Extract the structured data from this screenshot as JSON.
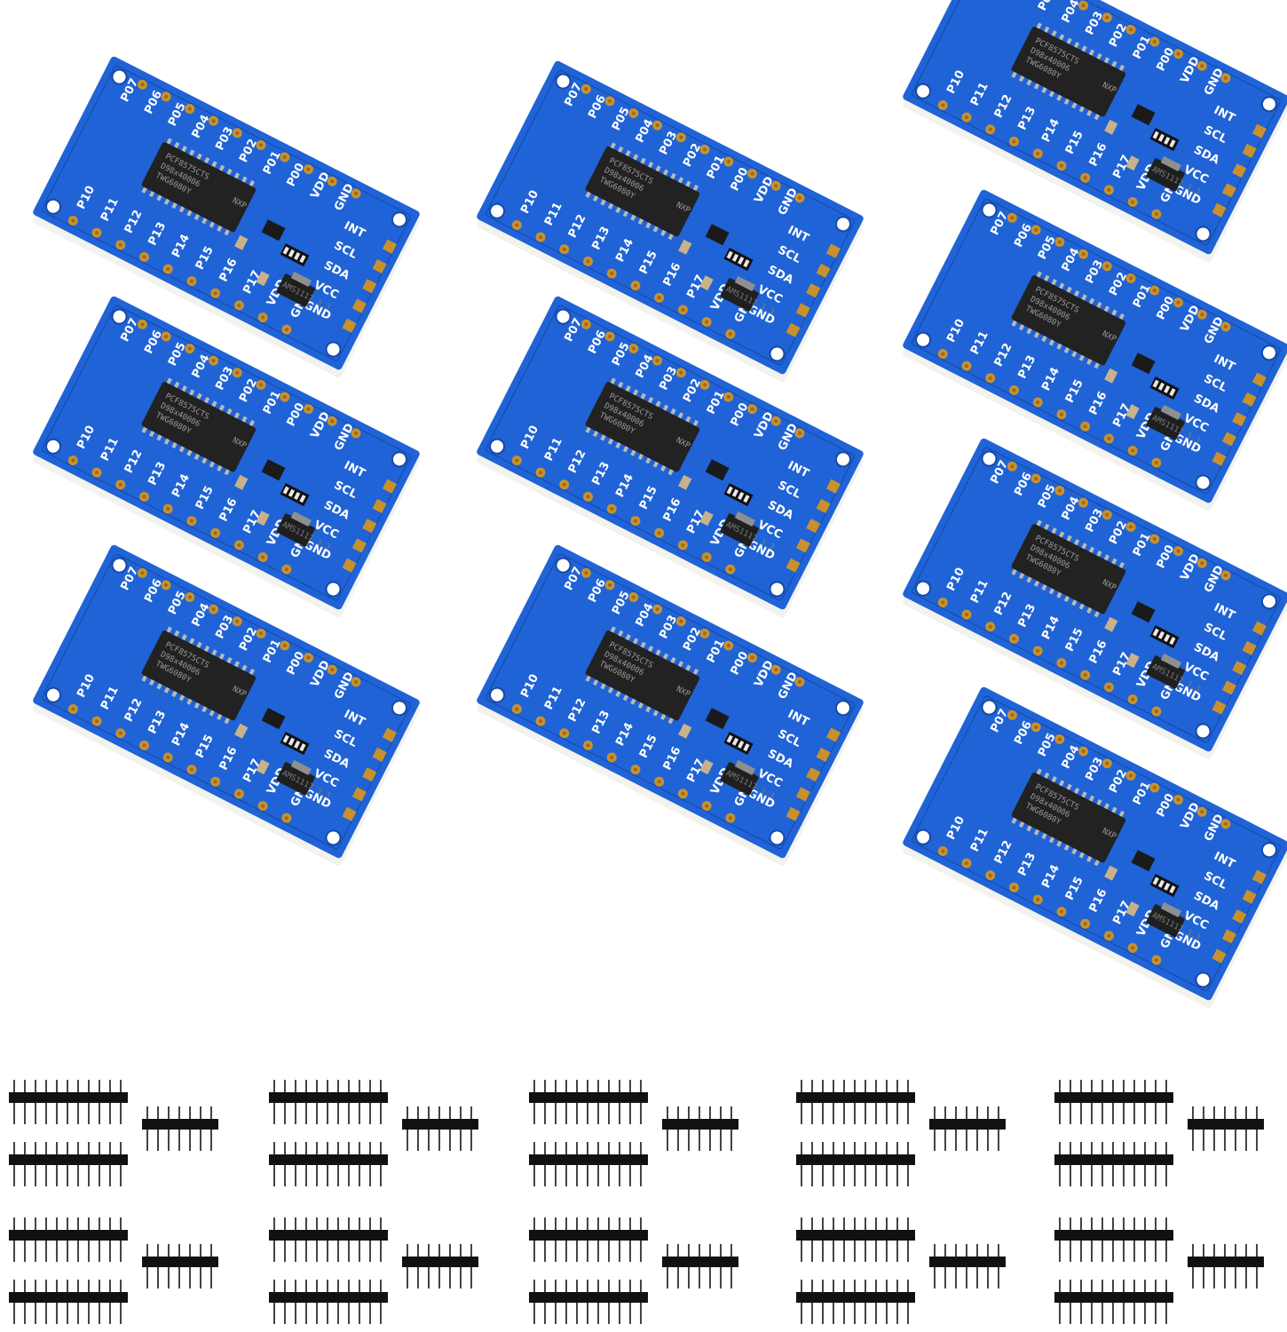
{
  "colors": {
    "pcb": "#1f63d6",
    "pcb_dark": "#1648a8",
    "pcb_edge": "#f2f2ee",
    "pad": "#c8912e",
    "pad_hole": "#9a6a18",
    "silk": "#ffffff",
    "chip": "#222222",
    "header_plastic": "#111111",
    "header_pin": "#444444",
    "background": "#ffffff"
  },
  "board": {
    "chip_text": [
      "PCF8575CTS",
      "D98x40006",
      "TWG6080Y"
    ],
    "chip_logo": "NXP",
    "regulator_text": "AMS1117 3.3",
    "top_labels": [
      "P07",
      "P06",
      "P05",
      "P04",
      "P03",
      "P02",
      "P01",
      "P00",
      "VDD",
      "GND"
    ],
    "bottom_labels": [
      "P10",
      "P11",
      "P12",
      "P13",
      "P14",
      "P15",
      "P16",
      "P17",
      "VDD",
      "GND"
    ],
    "right_labels": [
      "INT",
      "SCL",
      "SDA",
      "VCC",
      "GND"
    ]
  },
  "boards": [
    {
      "id": "board-1"
    },
    {
      "id": "board-2"
    },
    {
      "id": "board-3"
    },
    {
      "id": "board-4"
    },
    {
      "id": "board-5"
    },
    {
      "id": "board-6"
    },
    {
      "id": "board-7"
    },
    {
      "id": "board-8"
    },
    {
      "id": "board-9"
    },
    {
      "id": "board-10"
    }
  ],
  "header_sets": [
    {
      "id": "header-set-1"
    },
    {
      "id": "header-set-2"
    },
    {
      "id": "header-set-3"
    },
    {
      "id": "header-set-4"
    },
    {
      "id": "header-set-5"
    },
    {
      "id": "header-set-6"
    },
    {
      "id": "header-set-7"
    },
    {
      "id": "header-set-8"
    },
    {
      "id": "header-set-9"
    },
    {
      "id": "header-set-10"
    }
  ],
  "header_pins": {
    "long_strip_pins": 11,
    "short_strip_pins": 7
  }
}
